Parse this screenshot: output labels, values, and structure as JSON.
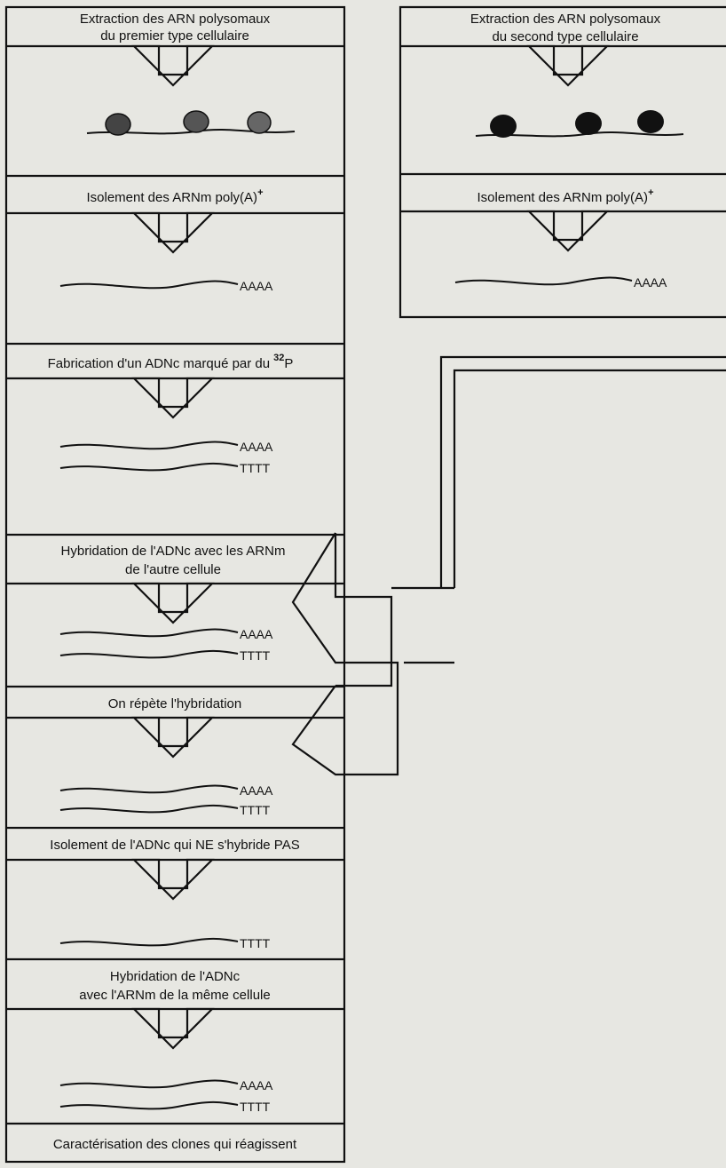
{
  "left_column": {
    "steps": [
      {
        "title": "Extraction des ARN polysomaux",
        "title2": "du premier type cellulaire"
      },
      {
        "title": "Isolement des ARNm poly(A)",
        "superscript": "+",
        "strand_top": "AAAA"
      },
      {
        "title": "Fabrication d'un ADNc marqué par du",
        "superscript": "32",
        "title_end": "P",
        "strand_top": "AAAA",
        "strand_bottom": "TTTT"
      },
      {
        "title": "Hybridation de l'ADNc avec les ARNm",
        "title2": "de l'autre cellule",
        "strand_top": "AAAA",
        "strand_bottom": "TTTT"
      },
      {
        "title": "On répète l'hybridation",
        "strand_top": "AAAA",
        "strand_bottom": "TTTT"
      },
      {
        "title": "Isolement de l'ADNc qui NE s'hybride PAS",
        "strand_bottom": "TTTT"
      },
      {
        "title": "Hybridation de l'ADNc",
        "title2": "avec l'ARNm de la même cellule",
        "strand_top": "AAAA",
        "strand_bottom": "TTTT"
      },
      {
        "title": "Caractérisation des clones qui réagissent"
      }
    ]
  },
  "right_column": {
    "steps": [
      {
        "title": "Extraction des ARN polysomaux",
        "title2": "du second type cellulaire"
      },
      {
        "title": "Isolement des ARNm poly(A)",
        "superscript": "+",
        "strand_top": "AAAA"
      }
    ]
  },
  "colors": {
    "background": "#e7e7e2",
    "ink": "#111111"
  }
}
